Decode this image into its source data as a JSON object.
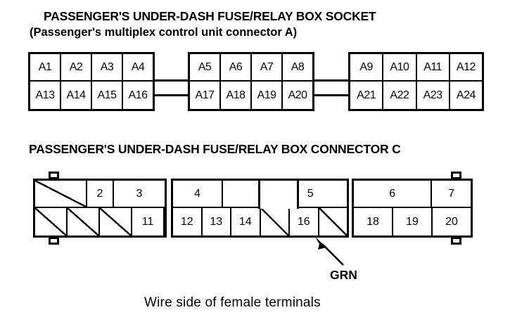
{
  "socket": {
    "title": "PASSENGER'S UNDER-DASH FUSE/RELAY BOX SOCKET",
    "subtitle": "(Passenger's multiplex control unit connector A)",
    "blocks": [
      {
        "name": "block-1",
        "top_row": [
          "A1",
          "A2",
          "A3",
          "A4"
        ],
        "bottom_row": [
          "A13",
          "A14",
          "A15",
          "A16"
        ]
      },
      {
        "name": "block-2",
        "top_row": [
          "A5",
          "A6",
          "A7",
          "A8"
        ],
        "bottom_row": [
          "A17",
          "A18",
          "A19",
          "A20"
        ]
      },
      {
        "name": "block-3",
        "top_row": [
          "A9",
          "A10",
          "A11",
          "A12"
        ],
        "bottom_row": [
          "A21",
          "A22",
          "A23",
          "A24"
        ]
      }
    ]
  },
  "connector_c": {
    "title": "PASSENGER'S UNDER-DASH FUSE/RELAY BOX CONNECTOR C",
    "blocks": [
      {
        "name": "block-left",
        "top_row": [
          {
            "label": "",
            "blank": true,
            "span": 2
          },
          {
            "label": "2",
            "blank": false,
            "span": 1
          },
          {
            "label": "3",
            "blank": false,
            "span": 2
          }
        ],
        "bottom_row": [
          {
            "label": "",
            "blank": true,
            "span": 1
          },
          {
            "label": "",
            "blank": true,
            "span": 1
          },
          {
            "label": "",
            "blank": true,
            "span": 1
          },
          {
            "label": "11",
            "blank": false,
            "span": 1
          },
          {
            "label": "",
            "blank": true,
            "span": 1
          }
        ]
      },
      {
        "name": "block-mid",
        "top_row": [
          {
            "label": "4",
            "blank": false,
            "span": 2
          },
          {
            "label": "",
            "blank": false,
            "span": 2
          },
          {
            "label": "5",
            "blank": false,
            "span": 3
          }
        ],
        "bottom_row": [
          {
            "label": "12",
            "blank": false,
            "span": 1
          },
          {
            "label": "13",
            "blank": false,
            "span": 1
          },
          {
            "label": "14",
            "blank": false,
            "span": 1
          },
          {
            "label": "",
            "blank": true,
            "span": 1
          },
          {
            "label": "16",
            "blank": false,
            "span": 1
          },
          {
            "label": "",
            "blank": true,
            "span": 1
          }
        ]
      },
      {
        "name": "block-right",
        "top_row": [
          {
            "label": "6",
            "blank": false,
            "span": 2
          },
          {
            "label": "7",
            "blank": false,
            "span": 1
          }
        ],
        "bottom_row": [
          {
            "label": "18",
            "blank": false,
            "span": 1
          },
          {
            "label": "19",
            "blank": false,
            "span": 1
          },
          {
            "label": "20",
            "blank": false,
            "span": 1
          }
        ]
      }
    ],
    "annotation": {
      "label": "GRN",
      "points_to": "terminal-16"
    }
  },
  "footer": {
    "caption": "Wire side of female terminals"
  },
  "colors": {
    "ink": "#000000",
    "background": "#ffffff"
  }
}
